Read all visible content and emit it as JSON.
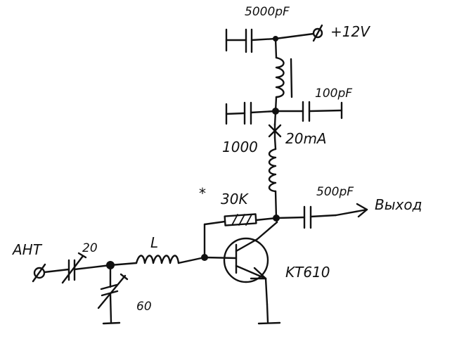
{
  "labels": {
    "cap_supply": "5000pF",
    "supply": "+12V",
    "cap_tap": "100pF",
    "cap_bypass": "1000",
    "current": "20mA",
    "resistor_mark": "*",
    "resistor": "30K",
    "cap_out": "500pF",
    "output": "Выход",
    "antenna": "AHT",
    "cap_trim_series": "20",
    "inductor": "L",
    "cap_trim_shunt": "60",
    "transistor": "KT610"
  },
  "colors": {
    "ink": "#111111",
    "paper": "#ffffff"
  }
}
